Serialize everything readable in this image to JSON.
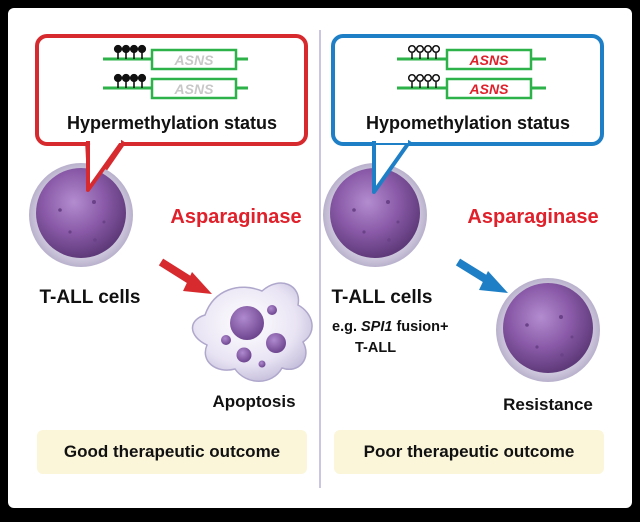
{
  "left_panel": {
    "gene_label_1": "ASNS",
    "gene_label_2": "ASNS",
    "status": "Hypermethylation status",
    "drug": "Asparaginase",
    "cell_label": "T-ALL cells",
    "result": "Apoptosis",
    "outcome": "Good therapeutic outcome"
  },
  "right_panel": {
    "gene_label_1": "ASNS",
    "gene_label_2": "ASNS",
    "status": "Hypomethylation status",
    "drug": "Asparaginase",
    "cell_label": "T-ALL cells",
    "example_prefix": "e.g. ",
    "example_gene": "SPI1",
    "example_suffix": " fusion+",
    "example_line2": "T-ALL",
    "result": "Resistance",
    "outcome": "Poor therapeutic outcome"
  },
  "colors": {
    "hyper_border": "#d62a2e",
    "hypo_border": "#1e7fc6",
    "drug_text": "#e0202a",
    "gene_box": "#2db24a",
    "asns_silenced": "#c8c8c8",
    "asns_expressed": "#e0202a",
    "cell_purple": "#8a5aa8",
    "outcome_bg": "#fbf6d9"
  },
  "icons": {
    "methylated": "filled-lollipop-icon",
    "unmethylated": "open-lollipop-icon"
  }
}
